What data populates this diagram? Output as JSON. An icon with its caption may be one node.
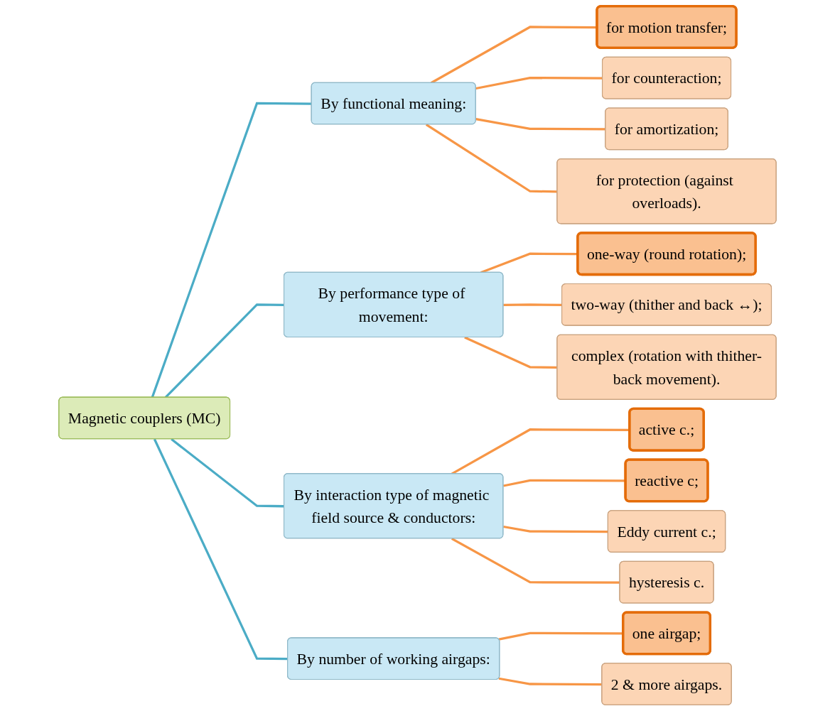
{
  "diagram": {
    "nodes": [
      {
        "text": [
          "Magnetic couplers (MC)"
        ]
      },
      {
        "text": [
          "By functional meaning:"
        ]
      },
      {
        "text": [
          "for motion transfer;"
        ]
      },
      {
        "text": [
          "for counteraction;"
        ]
      },
      {
        "text": [
          "for amortization;"
        ]
      },
      {
        "text": [
          "for protection (against overloads)."
        ]
      },
      {
        "text": [
          "By performance type of movement:"
        ]
      },
      {
        "text": [
          "one-way (round rotation);"
        ]
      },
      {
        "text": [
          "two-way (thither and back ↔);"
        ]
      },
      {
        "text": [
          "complex (rotation with thither-back movement)."
        ]
      },
      {
        "text": [
          "By interaction type of magnetic field source & conductors:"
        ]
      },
      {
        "text": [
          "active c.;"
        ]
      },
      {
        "text": [
          "reactive c;"
        ]
      },
      {
        "text": [
          "Eddy current c.;"
        ]
      },
      {
        "text": [
          "hysteresis c."
        ]
      },
      {
        "text": [
          "By number of working airgaps:"
        ]
      },
      {
        "text": [
          "one airgap;"
        ]
      },
      {
        "text": [
          "2 & more airgaps."
        ]
      }
    ],
    "edges": [
      {
        "from": 0,
        "to": 1,
        "arrow": "none",
        "color": "#4bacc6"
      },
      {
        "from": 0,
        "to": 6,
        "arrow": "none",
        "color": "#4bacc6"
      },
      {
        "from": 0,
        "to": 10,
        "arrow": "none",
        "color": "#4bacc6"
      },
      {
        "from": 0,
        "to": 15,
        "arrow": "none",
        "color": "#4bacc6"
      },
      {
        "from": 1,
        "to": 2,
        "arrow": "none"
      },
      {
        "from": 1,
        "to": 3,
        "arrow": "none"
      },
      {
        "from": 1,
        "to": 4,
        "arrow": "none"
      },
      {
        "from": 1,
        "to": 5,
        "arrow": "none"
      },
      {
        "from": 6,
        "to": 7,
        "arrow": "none"
      },
      {
        "from": 6,
        "to": 8,
        "arrow": "none"
      },
      {
        "from": 6,
        "to": 9,
        "arrow": "none"
      },
      {
        "from": 10,
        "to": 11,
        "arrow": "none"
      },
      {
        "from": 10,
        "to": 12,
        "arrow": "none"
      },
      {
        "from": 10,
        "to": 13,
        "arrow": "none"
      },
      {
        "from": 10,
        "to": 14,
        "arrow": "none"
      },
      {
        "from": 15,
        "to": 16,
        "arrow": "none"
      },
      {
        "from": 15,
        "to": 17,
        "arrow": "none"
      }
    ]
  }
}
